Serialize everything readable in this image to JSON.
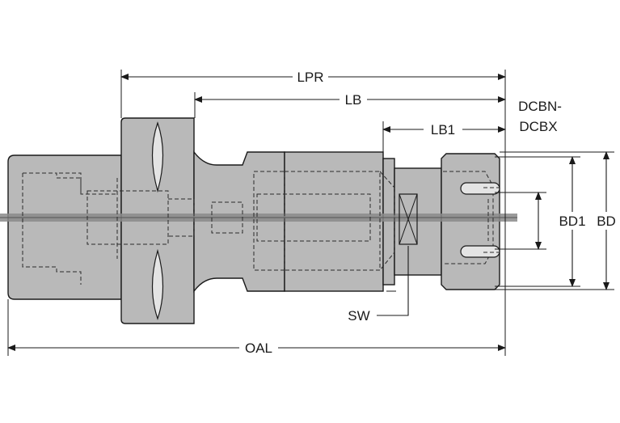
{
  "labels": {
    "lpr": "LPR",
    "lb": "LB",
    "lb1": "LB1",
    "dcbn": "DCBN-",
    "dcbx": "DCBX",
    "bd1": "BD1",
    "bd": "BD",
    "sw": "SW",
    "oal": "OAL"
  }
}
